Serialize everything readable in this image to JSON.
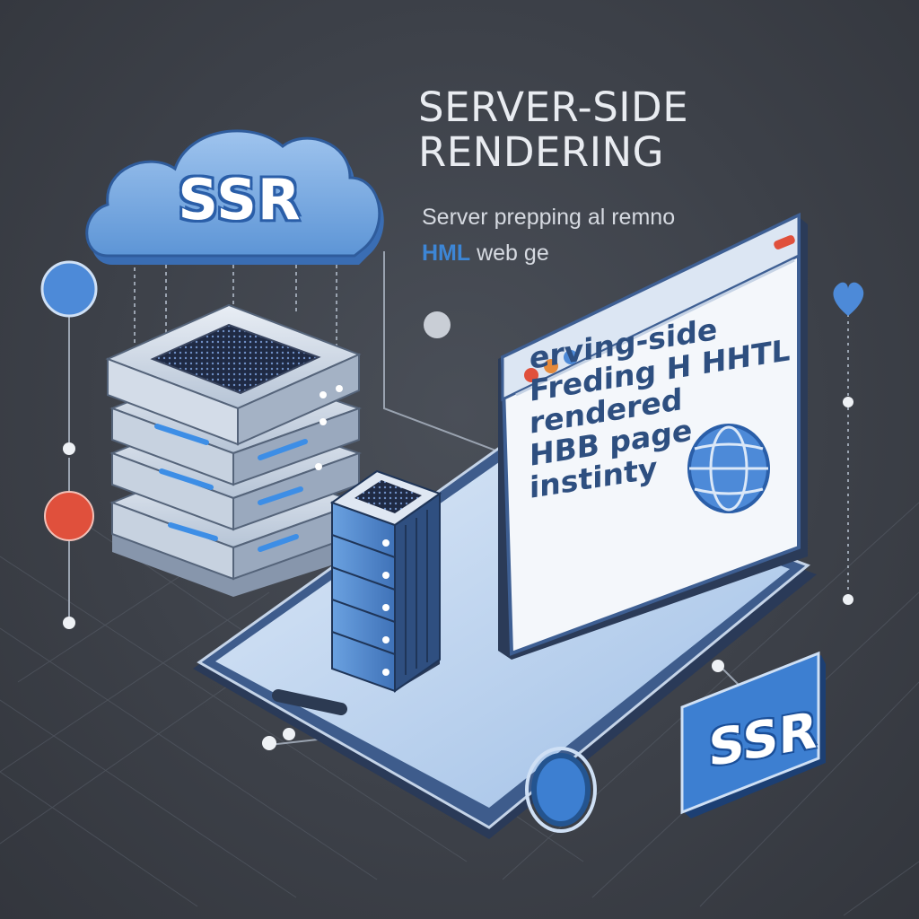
{
  "title": {
    "line1": "SERVER-SIDE",
    "line2": "RENDERING"
  },
  "subtitle": {
    "line1": "Server prepping al remno",
    "line2_highlight": "HML",
    "line2_rest": " web ge"
  },
  "cloud": {
    "label": "SSR"
  },
  "browser_screen": {
    "lines": [
      "erving-side",
      "Freding H HHTL",
      "rendered",
      "HBB page",
      "instinty"
    ]
  },
  "badge": {
    "label": "SSR"
  },
  "colors": {
    "background": "#3d4149",
    "accent_blue": "#3d86d6",
    "light_blue": "#a9c8ea",
    "dark_blue": "#2a5ea8",
    "red_dot": "#e0503c",
    "white": "#f2f4f7"
  },
  "icons": [
    "cloud-icon",
    "server-stack-icon",
    "server-tower-icon",
    "browser-window-icon",
    "globe-icon",
    "heart-icon",
    "smartphone-icon"
  ]
}
